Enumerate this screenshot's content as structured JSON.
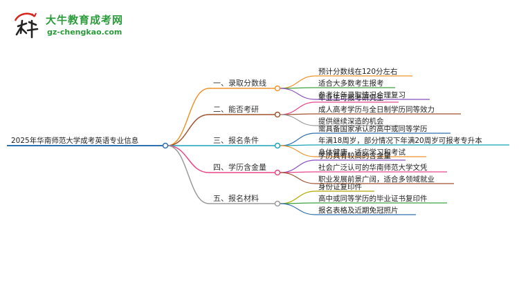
{
  "logo": {
    "title": "大牛教育成考网",
    "url": "gz-chengkao.com"
  },
  "root": {
    "label": "2025年华南师范大学成考英语专业信息",
    "color": "#2e6fb0"
  },
  "branches": [
    {
      "label": "一、录取分数线",
      "color": "#f0922a",
      "leaves": [
        {
          "label": "预计分数线在120分左右",
          "color": "#f0922a"
        },
        {
          "label": "适合大多数考生报考",
          "color": "#3da23d"
        },
        {
          "label": "参考往年录取情况合理复习",
          "color": "#8a4dbd"
        }
      ]
    },
    {
      "label": "二、能否考研",
      "color": "#a0522d",
      "leaves": [
        {
          "label": "毕业生可报考研究生",
          "color": "#e8458a"
        },
        {
          "label": "成人高考学历与全日制学历同等效力",
          "color": "#a0522d"
        },
        {
          "label": "提供继续深造的机会",
          "color": "#9a9a9a"
        }
      ]
    },
    {
      "label": "三、报名条件",
      "color": "#17a2b8",
      "leaves": [
        {
          "label": "需具备国家承认的高中或同等学历",
          "color": "#2e6fb0"
        },
        {
          "label": "年满18周岁，部分情况下年满20周岁可报考专升本",
          "color": "#17a2b8"
        },
        {
          "label": "身体健康，适应学习和考试",
          "color": "#f0922a"
        }
      ]
    },
    {
      "label": "四、学历含金量",
      "color": "#e8458a",
      "leaves": [
        {
          "label": "学历具有较高的含金量",
          "color": "#8a4dbd"
        },
        {
          "label": "社会广泛认可的华南师范大学文凭",
          "color": "#e8458a"
        },
        {
          "label": "职业发展前景广阔，适合多领域就业",
          "color": "#a0522d"
        }
      ]
    },
    {
      "label": "五、报名材料",
      "color": "#9a9a9a",
      "leaves": [
        {
          "label": "身份证复印件",
          "color": "#b5a800"
        },
        {
          "label": "高中或同等学历的毕业证书复印件",
          "color": "#3da23d"
        },
        {
          "label": "报名表格及近期免冠照片",
          "color": "#2e6fb0"
        }
      ]
    }
  ]
}
